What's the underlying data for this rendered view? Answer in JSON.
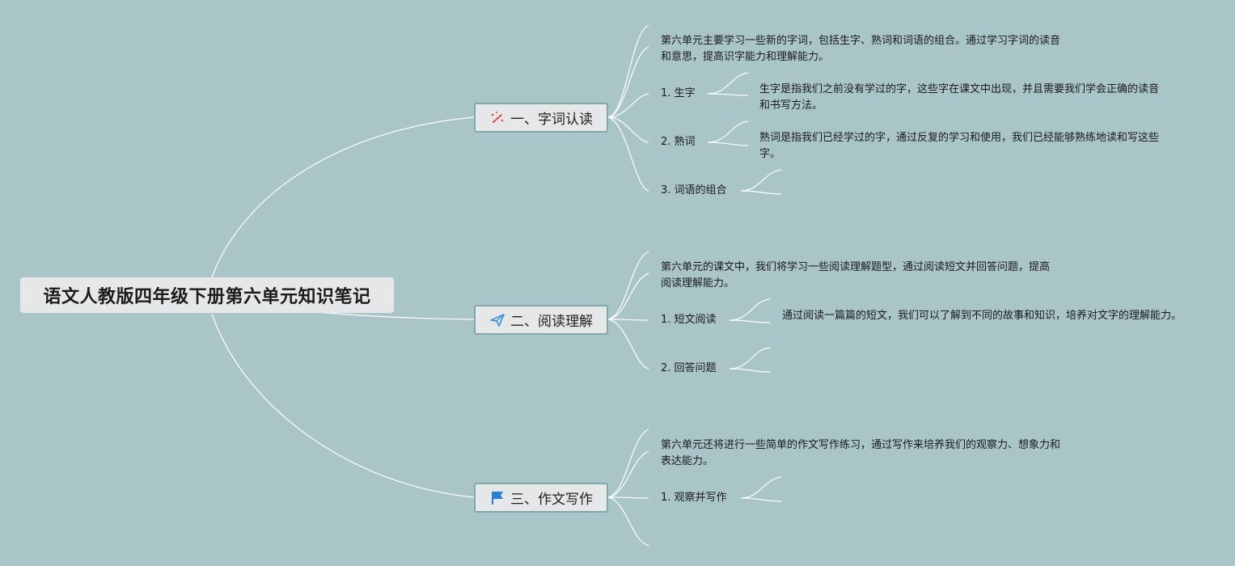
{
  "root": {
    "title": "语文人教版四年级下册第六单元知识笔记"
  },
  "branches": [
    {
      "label": "一、字词认读",
      "icon": "magic-wand-icon",
      "intro": "第六单元主要学习一些新的字词，包括生字、熟词和词语的组合。通过学习字词的读音和意思，提高识字能力和理解能力。",
      "items": [
        {
          "label": "1. 生字",
          "note": "生字是指我们之前没有学过的字，这些字在课文中出现，并且需要我们学会正确的读音和书写方法。"
        },
        {
          "label": "2. 熟词",
          "note": "熟词是指我们已经学过的字，通过反复的学习和使用，我们已经能够熟练地读和写这些字。"
        },
        {
          "label": "3. 词语的组合",
          "note": ""
        }
      ]
    },
    {
      "label": "二、阅读理解",
      "icon": "paper-plane-icon",
      "intro": "第六单元的课文中，我们将学习一些阅读理解题型，通过阅读短文并回答问题，提高阅读理解能力。",
      "items": [
        {
          "label": "1. 短文阅读",
          "note": "通过阅读一篇篇的短文，我们可以了解到不同的故事和知识，培养对文字的理解能力。"
        },
        {
          "label": "2. 回答问题",
          "note": ""
        }
      ]
    },
    {
      "label": "三、作文写作",
      "icon": "flag-icon",
      "intro": "第六单元还将进行一些简单的作文写作练习，通过写作来培养我们的观察力、想象力和表达能力。",
      "items": [
        {
          "label": "1. 观察并写作",
          "note": ""
        }
      ]
    }
  ],
  "colors": {
    "background": "#a9c5c8",
    "node": "#e6e7e8",
    "border": "#7fa8a6",
    "line": "#ffffff",
    "wand": "#e0463c",
    "plane": "#3b8fd6",
    "flag": "#2a7fd4"
  }
}
